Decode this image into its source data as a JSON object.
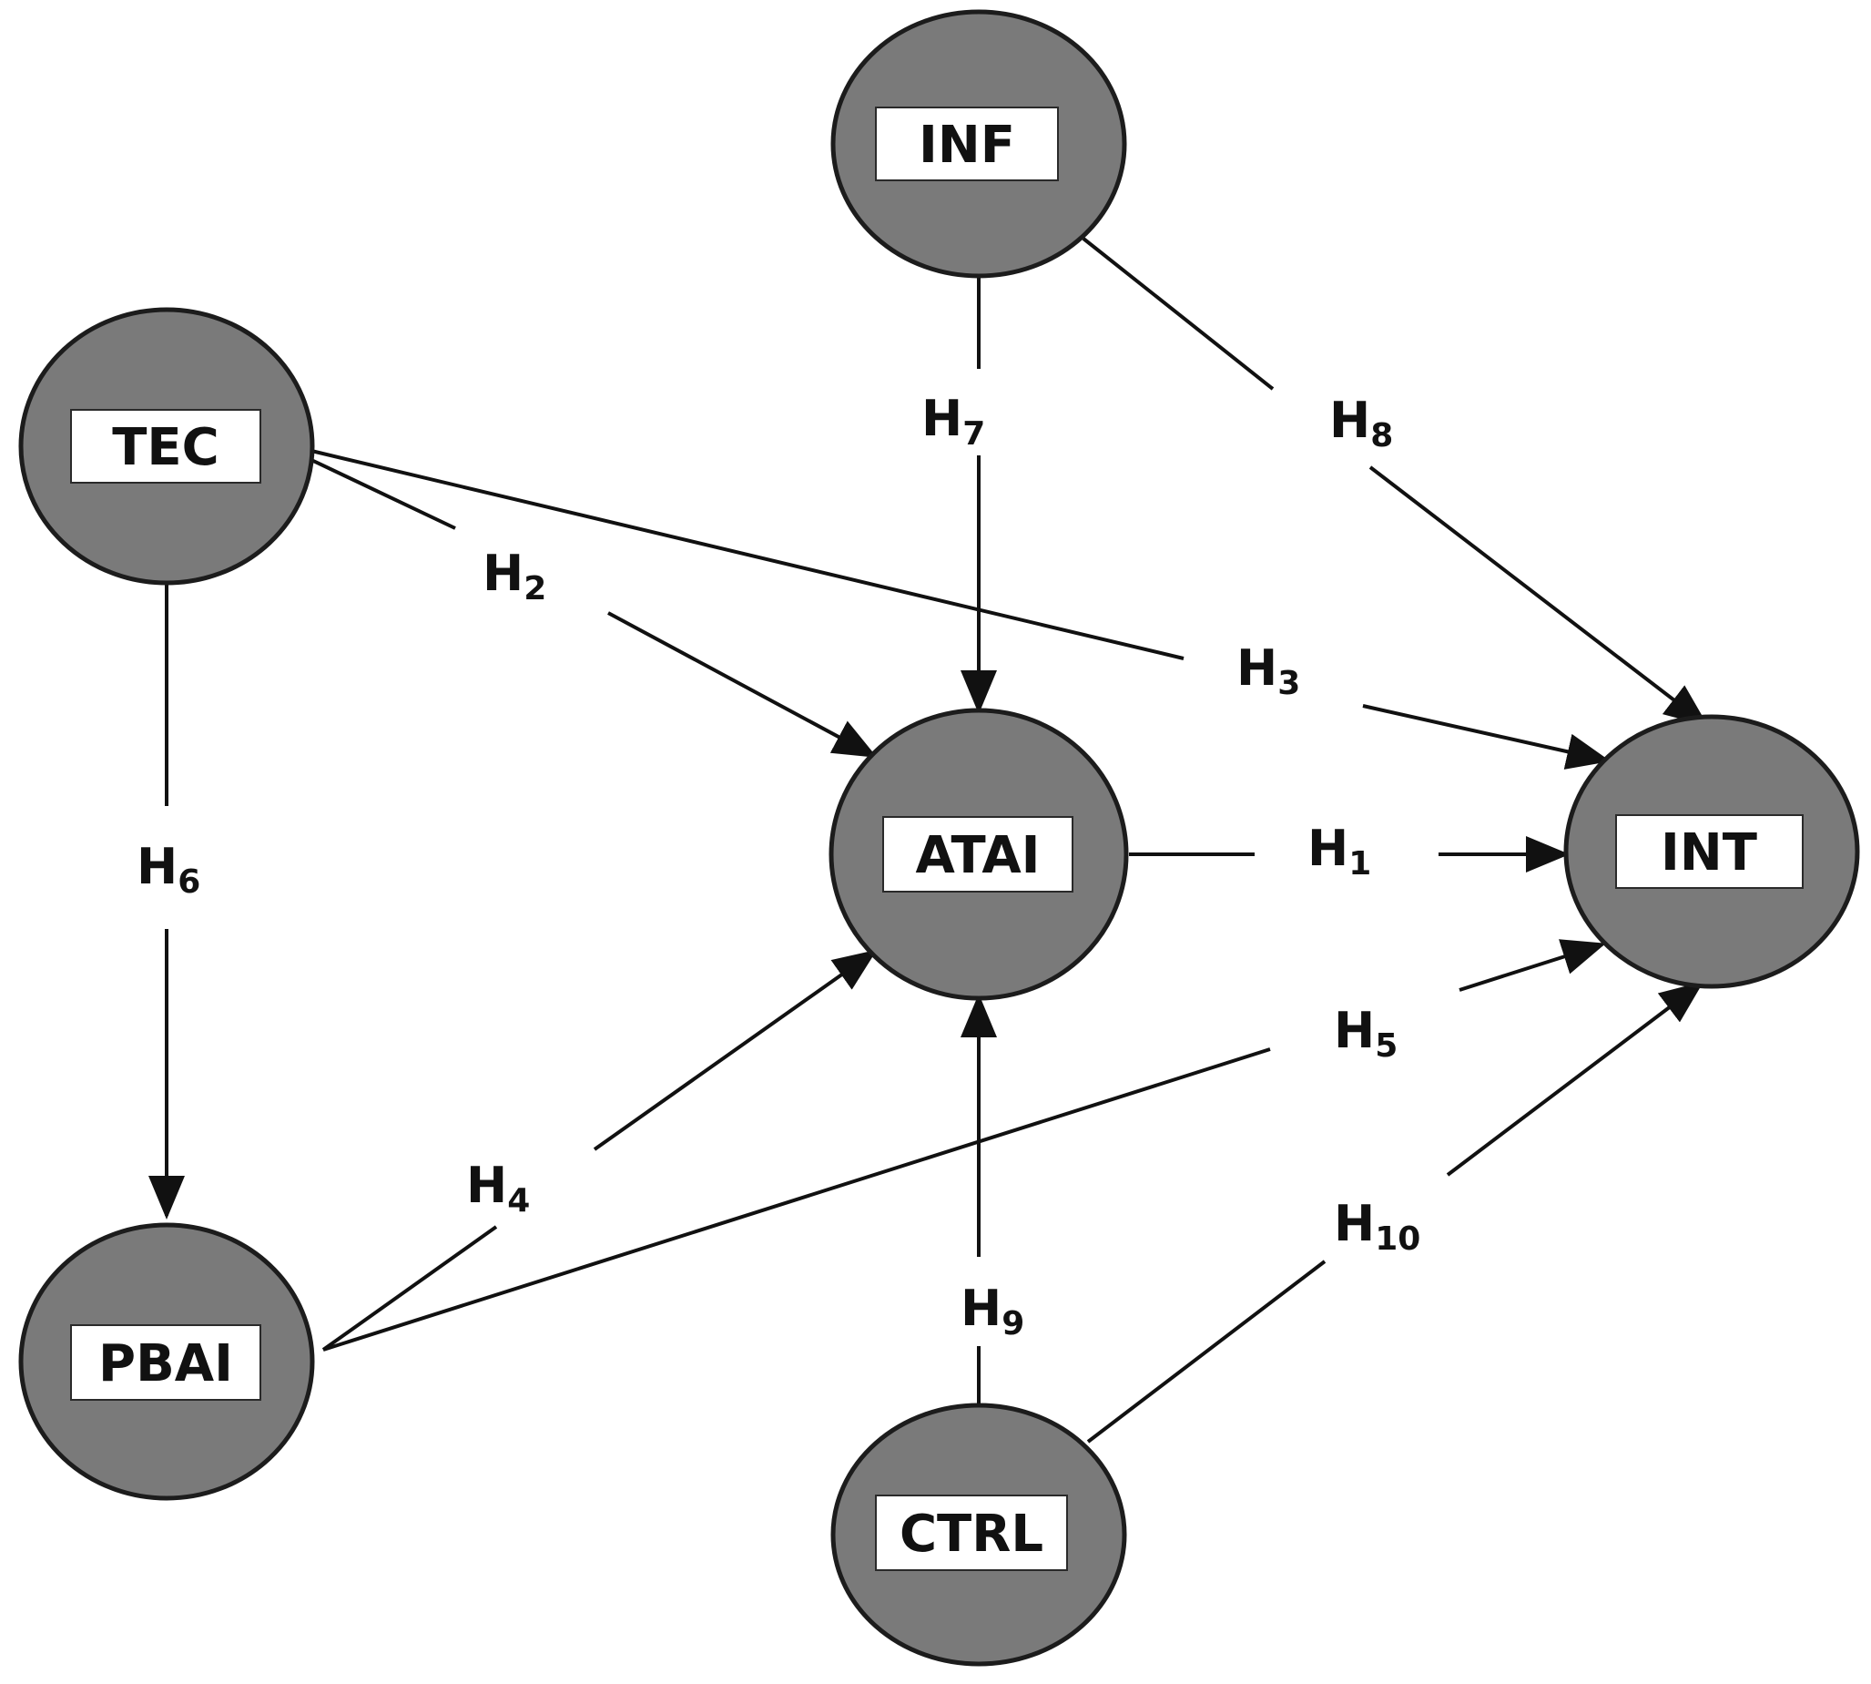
{
  "nodes": {
    "inf": {
      "label": "INF"
    },
    "tec": {
      "label": "TEC"
    },
    "atai": {
      "label": "ATAI"
    },
    "int": {
      "label": "INT"
    },
    "pbai": {
      "label": "PBAI"
    },
    "ctrl": {
      "label": "CTRL"
    }
  },
  "hypotheses": {
    "h1": {
      "letter": "H",
      "number": "1",
      "from": "ATAI",
      "to": "INT"
    },
    "h2": {
      "letter": "H",
      "number": "2",
      "from": "TEC",
      "to": "ATAI"
    },
    "h3": {
      "letter": "H",
      "number": "3",
      "from": "TEC",
      "to": "INT"
    },
    "h4": {
      "letter": "H",
      "number": "4",
      "from": "PBAI",
      "to": "ATAI"
    },
    "h5": {
      "letter": "H",
      "number": "5",
      "from": "PBAI",
      "to": "INT"
    },
    "h6": {
      "letter": "H",
      "number": "6",
      "from": "TEC",
      "to": "PBAI"
    },
    "h7": {
      "letter": "H",
      "number": "7",
      "from": "INF",
      "to": "ATAI"
    },
    "h8": {
      "letter": "H",
      "number": "8",
      "from": "INF",
      "to": "INT"
    },
    "h9": {
      "letter": "H",
      "number": "9",
      "from": "CTRL",
      "to": "ATAI"
    },
    "h10": {
      "letter": "H",
      "number": "10",
      "from": "CTRL",
      "to": "INT"
    }
  },
  "colors": {
    "node_fill": "#7a7a7a",
    "node_stroke": "#1c1c1c",
    "label_box": "#ffffff",
    "line": "#111111"
  }
}
